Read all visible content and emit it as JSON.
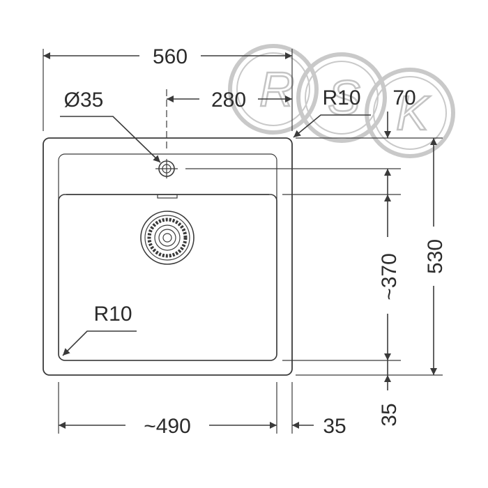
{
  "drawing": {
    "dim_width_total": "560",
    "dim_tap_hole": "Ø35",
    "dim_tap_offset": "280",
    "dim_corner_radius_top": "R10",
    "dim_top_margin": "70",
    "dim_bowl_depth": "~370",
    "dim_height_total": "530",
    "dim_corner_radius_bowl": "R10",
    "dim_bowl_width": "~490",
    "dim_right_margin": "35",
    "dim_bottom_margin": "35"
  },
  "watermark": {
    "letters": [
      "R",
      "S",
      "K"
    ],
    "color": "#c4c4c4"
  },
  "colors": {
    "line": "#3a3a3a",
    "text": "#2b2b2b",
    "background": "#ffffff"
  }
}
